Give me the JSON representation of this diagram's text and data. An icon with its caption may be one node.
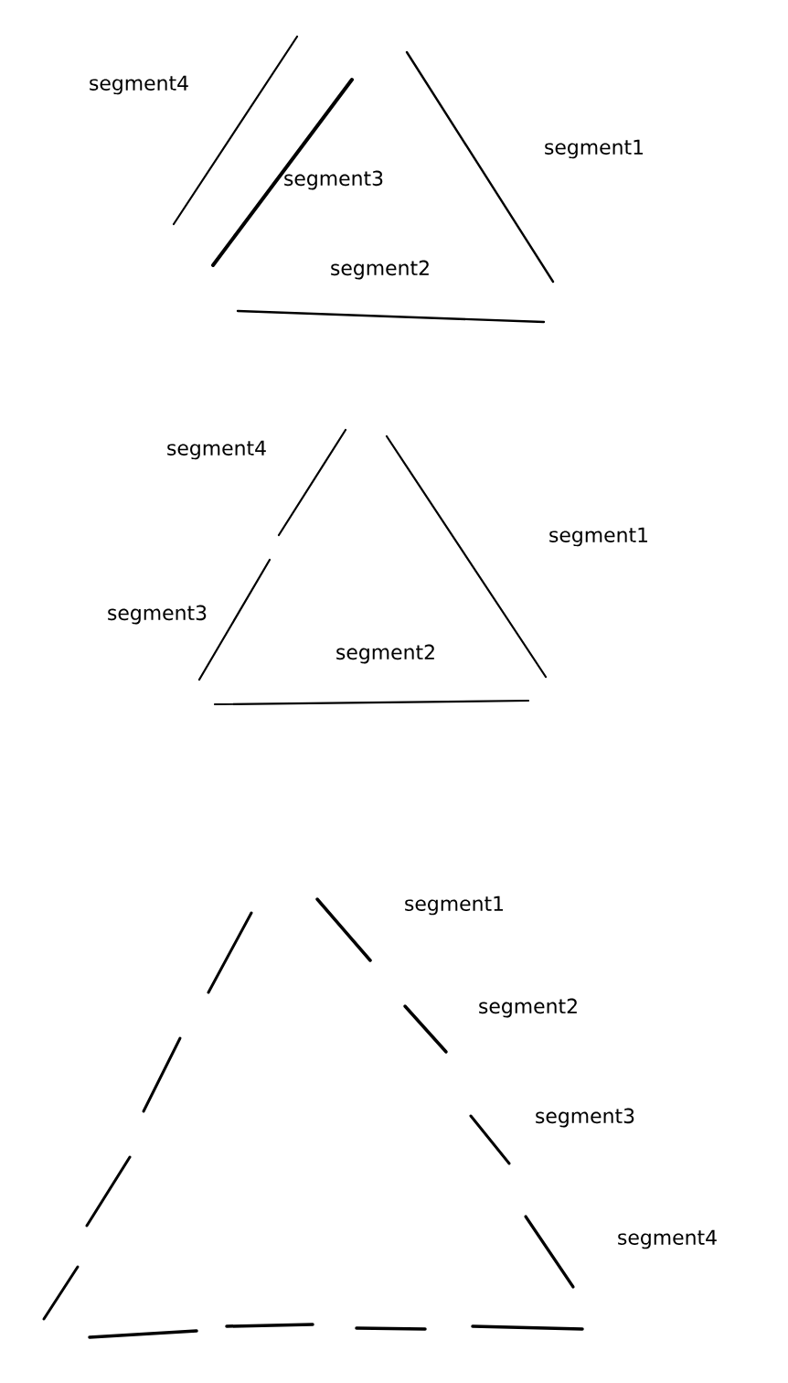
{
  "diagram": {
    "labels": [
      "segment4",
      "segment1",
      "segment3",
      "segment2",
      "segment4",
      "segment1",
      "segment3",
      "segment2",
      "segment1",
      "segment2",
      "segment3",
      "segment4"
    ]
  }
}
